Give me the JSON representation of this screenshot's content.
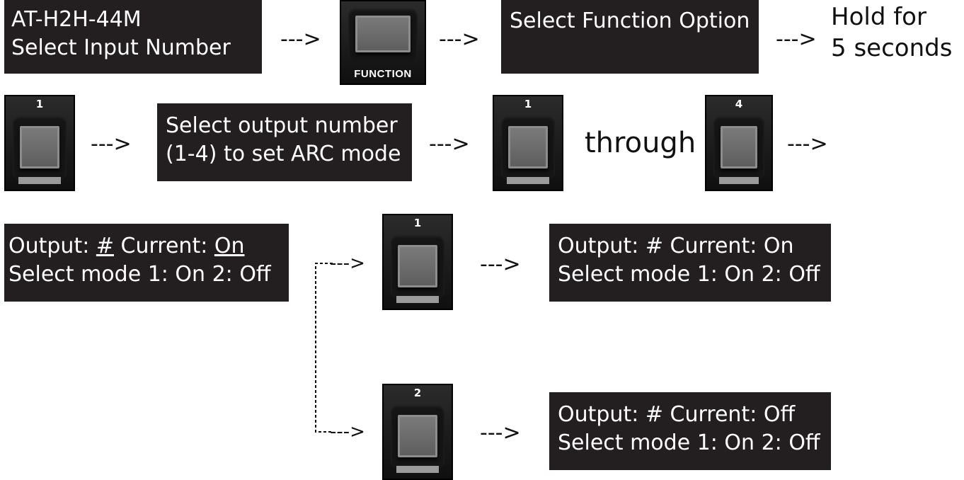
{
  "row1": {
    "display_device": [
      "AT-H2H-44M",
      "Select Input Number"
    ],
    "arrow_1": "--->",
    "function_button_label": "FUNCTION",
    "arrow_2": "--->",
    "display_function": "Select Function Option",
    "arrow_3": "--->",
    "hold_note": [
      "Hold for",
      "5 seconds"
    ]
  },
  "row2": {
    "button_1_num": "1",
    "arrow_1": "--->",
    "display_output": [
      "Select output number",
      "(1-4) to set ARC mode"
    ],
    "arrow_2": "--->",
    "button_range_start_num": "1",
    "through_text": "through",
    "button_range_end_num": "4",
    "arrow_3": "--->"
  },
  "row3": {
    "display_current": {
      "line1_prefix": "Output: ",
      "line1_hash": "#",
      "line1_middle": " Current: ",
      "line1_value": "On",
      "line2": "Select mode 1: On 2: Off"
    },
    "branch_arrow_on": "--->",
    "button_on_num": "1",
    "arrow_on": "--->",
    "display_on": [
      "Output: # Current: On",
      "Select mode 1: On 2: Off"
    ],
    "branch_arrow_off": "--->",
    "button_off_num": "2",
    "arrow_off": "--->",
    "display_off": [
      "Output: # Current: Off",
      "Select mode 1: On 2: Off"
    ]
  },
  "colors": {
    "display_bg": "#231f20",
    "display_text": "#ffffff",
    "button_cap": "#6e6e6e"
  }
}
